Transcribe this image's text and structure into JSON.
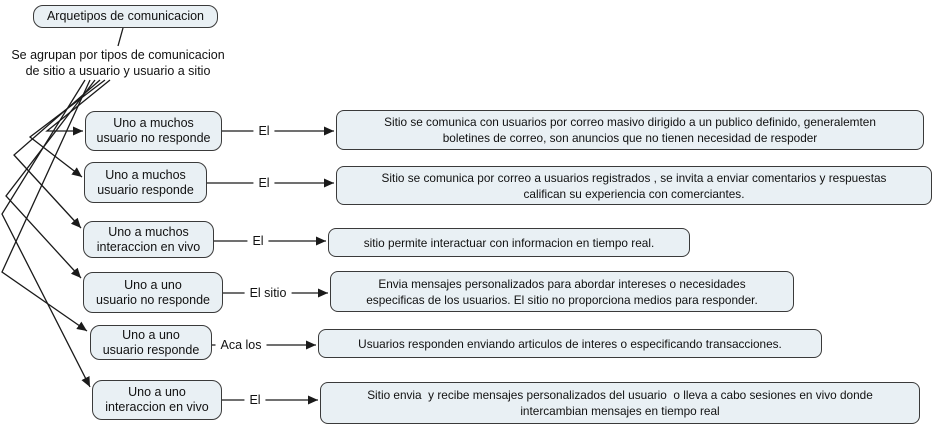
{
  "root_label": "Arquetipos de comunicacion",
  "grouping_phrase": "Se agrupan por tipos de comunicacion\nde sitio a usuario y usuario a sitio",
  "rows": [
    {
      "type": "Uno a muchos\nusuario no responde",
      "link": "El",
      "description": "Sitio se comunica con usuarios por correo masivo dirigido a un publico definido, generalemten\nboletines de correo, son anuncios que no tienen necesidad de respoder"
    },
    {
      "type": "Uno a muchos\nusuario responde",
      "link": "El",
      "description": "Sitio se comunica por correo a usuarios registrados , se invita a enviar comentarios y respuestas\ncalifican su experiencia con comerciantes."
    },
    {
      "type": "Uno a muchos\ninteraccion en vivo",
      "link": "El",
      "description": "sitio permite interactuar con informacion en tiempo real."
    },
    {
      "type": "Uno a uno\nusuario no responde",
      "link": "El sitio",
      "description": "Envia mensajes personalizados para abordar intereses o necesidades\nespecificas de los usuarios. El sitio no proporciona medios para responder."
    },
    {
      "type": "Uno a uno\nusuario responde",
      "link": "Aca los",
      "description": "Usuarios responden enviando articulos de interes o especificando transacciones."
    },
    {
      "type": "Uno a uno\ninteraccion en vivo",
      "link": "El",
      "description": "Sitio envia  y recibe mensajes personalizados del usuario  o lleva a cabo sesiones en vivo donde\nintercambian mensajes en tiempo real"
    }
  ],
  "colors": {
    "background": "#ffffff",
    "node_fill": "#e9f0f4",
    "node_border": "#3a3a3a",
    "line_color": "#1a1a1a",
    "text_color": "#111111"
  }
}
